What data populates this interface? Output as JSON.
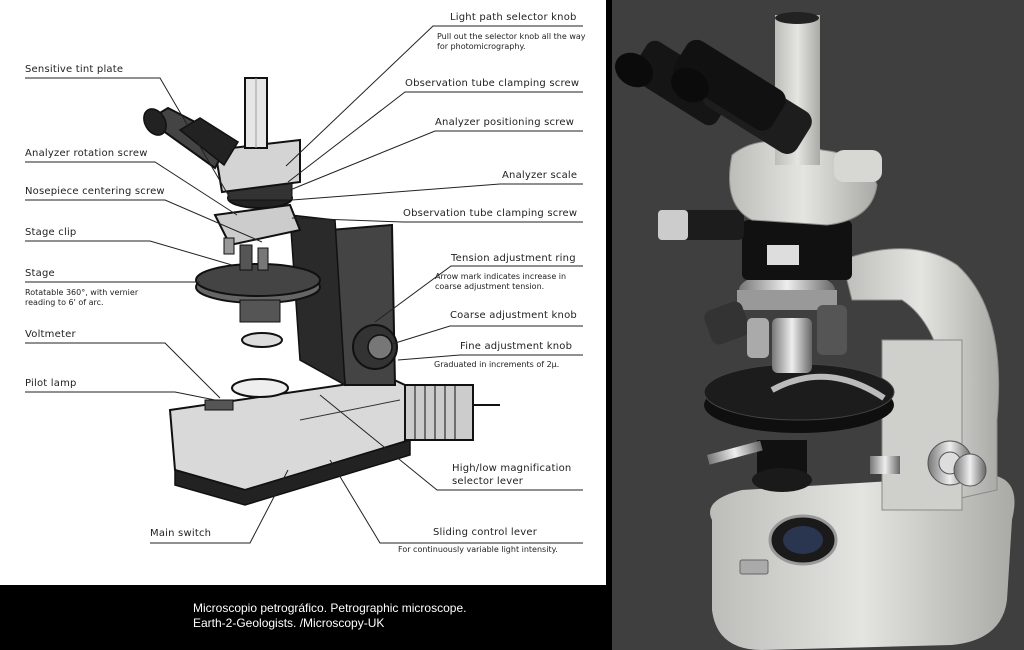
{
  "diagram": {
    "labels": {
      "light_path": "Light path selector knob",
      "light_path_note": "Pull out the selector knob all the way for photomicrography.",
      "obs_clamp_1": "Observation tube clamping screw",
      "analyzer_pos": "Analyzer positioning screw",
      "analyzer_scale": "Analyzer scale",
      "obs_clamp_2": "Observation tube clamping screw",
      "tension_ring": "Tension adjustment ring",
      "tension_note": "Arrow mark indicates increase in coarse adjustment tension.",
      "coarse_knob": "Coarse adjustment knob",
      "fine_knob": "Fine adjustment knob",
      "fine_note": "Graduated in increments of 2µ.",
      "hl_lever": "High/low magnification selector lever",
      "sliding_lever": "Sliding control lever",
      "sliding_note": "For continuously variable light intensity.",
      "tint_plate": "Sensitive tint plate",
      "analyzer_rot": "Analyzer rotation screw",
      "nosepiece": "Nosepiece centering screw",
      "stage_clip": "Stage clip",
      "stage": "Stage",
      "stage_note": "Rotatable 360°, with vernier reading to 6' of arc.",
      "voltmeter": "Voltmeter",
      "pilot_lamp": "Pilot lamp",
      "main_switch": "Main switch"
    }
  },
  "caption": {
    "line1": "Microscopio petrográfico. Petrographic microscope.",
    "line2": "Earth-2-Geologists. /Microscopy-UK"
  },
  "colors": {
    "photo_background": "#3f3f40",
    "microscope_body": "#d8d8d4",
    "black_parts": "#151515"
  }
}
